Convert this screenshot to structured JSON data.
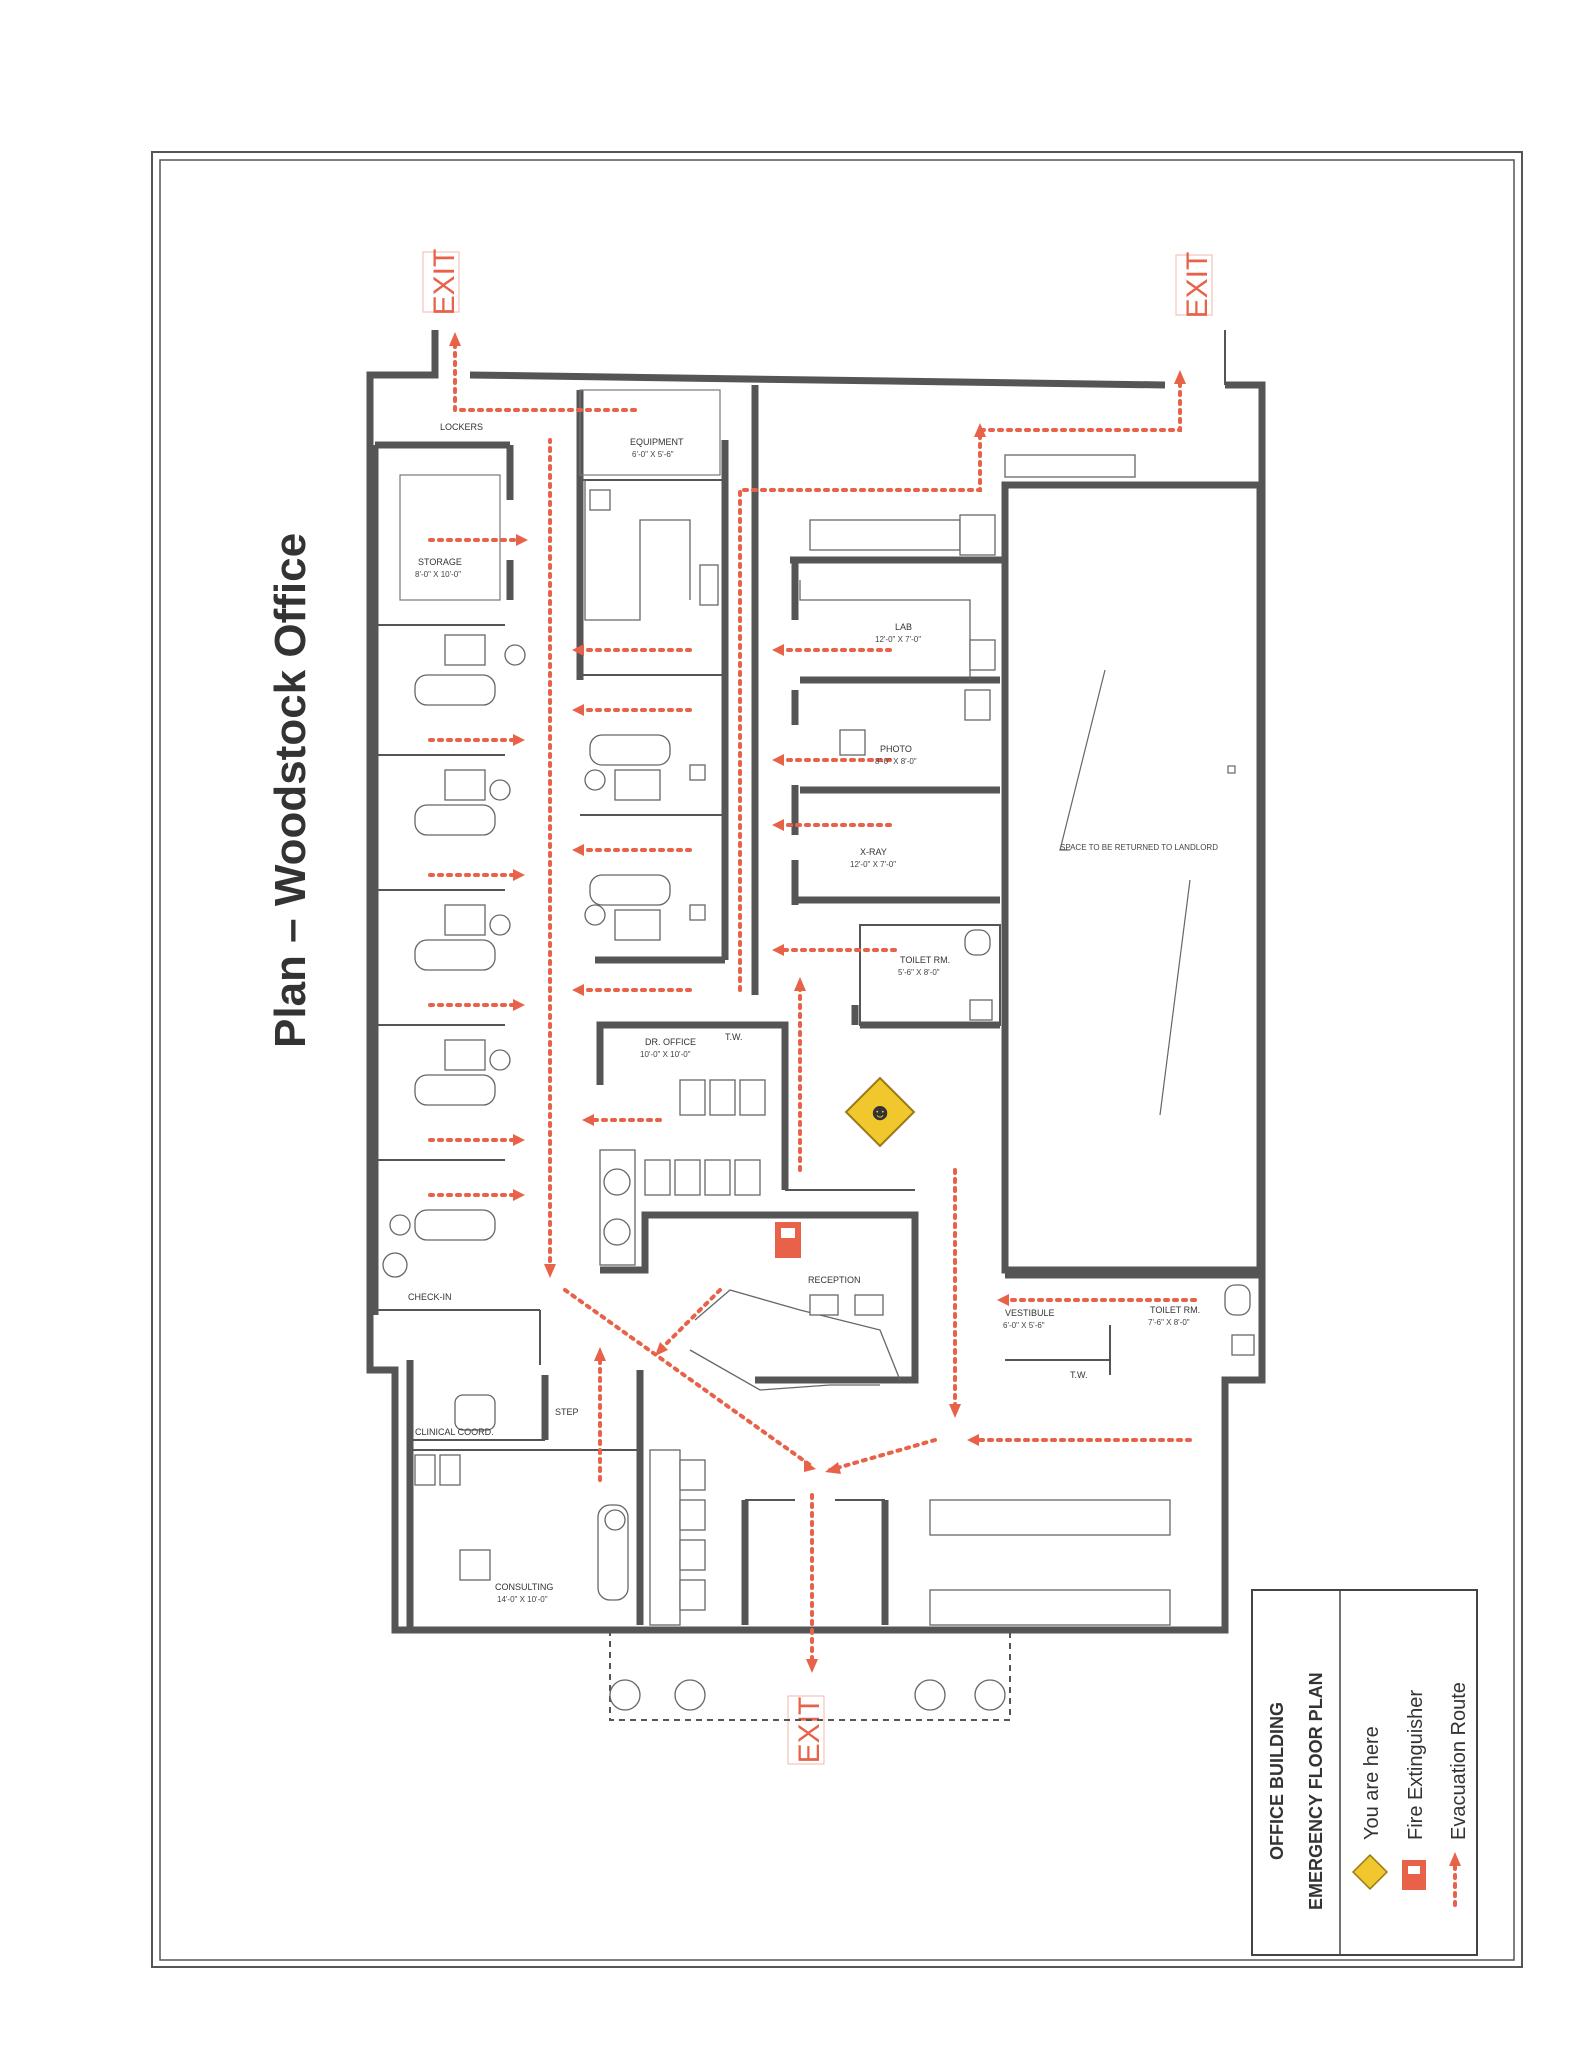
{
  "title": "Plan – Woodstock Office",
  "exit_label": "EXIT",
  "rooms": {
    "lockers": "LOCKERS",
    "equipment": "EQUIPMENT",
    "equipment_dim": "6'-0\" X 5'-6\"",
    "storage": "STORAGE",
    "storage_dim": "8'-0\" X 10'-0\"",
    "lab": "LAB",
    "lab_dim": "12'-0\" X 7'-0\"",
    "photo": "PHOTO",
    "photo_dim": "8'-0\" X 8'-0\"",
    "xray": "X-RAY",
    "xray_dim": "12'-0\" X 7'-0\"",
    "toilet1": "TOILET RM.",
    "toilet1_dim": "5'-6\" X 8'-0\"",
    "dr_office": "DR. OFFICE",
    "dr_office_dim": "10'-0\" X 10'-0\"",
    "reception": "RECEPTION",
    "vestibule": "VESTIBULE",
    "vestibule_dim": "6'-0\" X 5'-6\"",
    "toilet2": "TOILET RM.",
    "toilet2_dim": "7'-6\" X 8'-0\"",
    "checkin": "CHECK-IN",
    "clinical_coord": "CLINICAL COORD.",
    "consulting": "CONSULTING",
    "consulting_dim": "14'-0\" X 10'-0\"",
    "step": "STEP",
    "tw1": "T.W.",
    "tw2": "T.W.",
    "space_note": "SPACE TO BE RETURNED TO LANDLORD"
  },
  "legend": {
    "line1": "OFFICE BUILDING",
    "line2": "EMERGENCY FLOOR PLAN",
    "item_you": "You are here",
    "item_fire": "Fire Extinguisher",
    "item_route": "Evacuation Route"
  },
  "colors": {
    "route": "#e8624a",
    "wall": "#555555",
    "sign": "#e8c21a"
  }
}
